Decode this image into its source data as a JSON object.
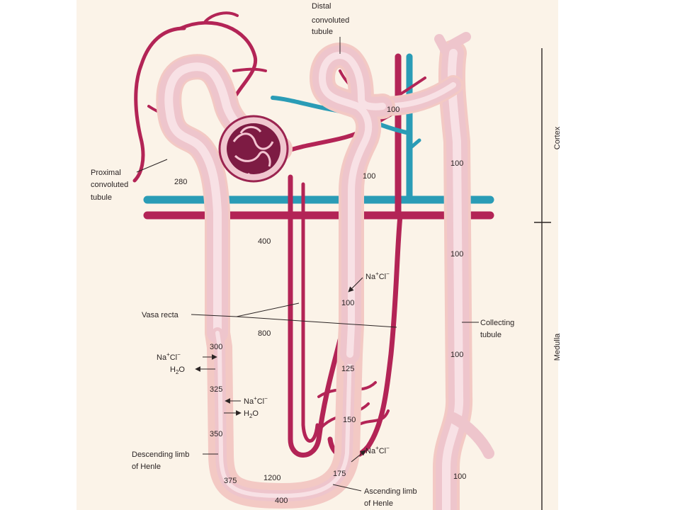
{
  "labels": {
    "distal": [
      "Distal",
      "convoluted",
      "tubule"
    ],
    "proximal": [
      "Proximal",
      "convoluted",
      "tubule"
    ],
    "vasa_recta": "Vasa recta",
    "collecting": [
      "Collecting",
      "tubule"
    ],
    "descending": [
      "Descending limb",
      "of Henle"
    ],
    "ascending": [
      "Ascending limb",
      "of Henle"
    ],
    "cortex": "Cortex",
    "medulla": "Medulla"
  },
  "ions": {
    "nacl_sup": "+",
    "na": "Na",
    "cl": "Cl",
    "cl_sup": "−",
    "h2o_h": "H",
    "h2o_sub": "2",
    "h2o_o": "O"
  },
  "values": {
    "v280": "280",
    "v400_interstitium": "400",
    "v800": "800",
    "v1200": "1200",
    "v300": "300",
    "v325": "325",
    "v350": "350",
    "v375": "375",
    "v400_bottom": "400",
    "v175": "175",
    "v150": "150",
    "v125": "125",
    "v100_ascending_low": "100",
    "v100_ascending_high": "100",
    "v100_distal": "100",
    "v100_collecting_1": "100",
    "v100_collecting_2": "100",
    "v100_collecting_3": "100",
    "v100_collecting_4": "100"
  },
  "colors": {
    "paper": "#fbf3e8",
    "tubule": "#eec5cc",
    "artery": "#b32456",
    "vein": "#2a9cb6"
  }
}
